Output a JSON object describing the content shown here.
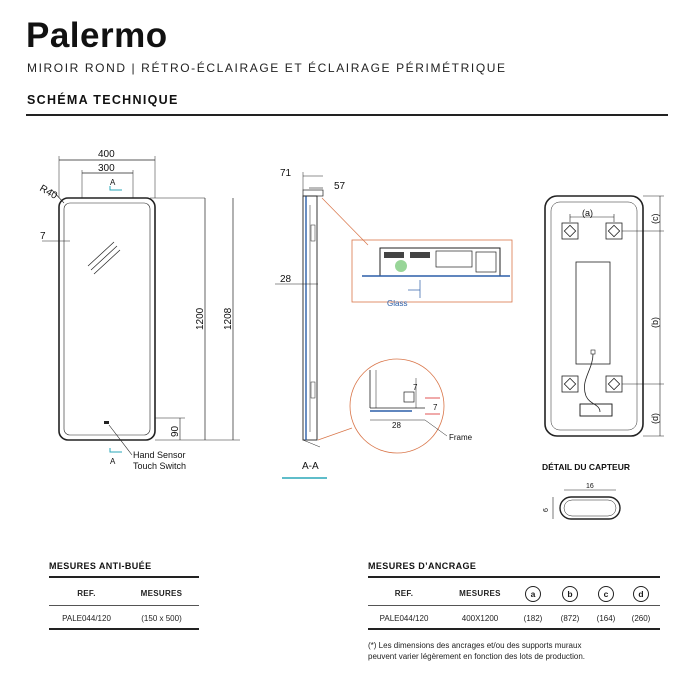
{
  "header": {
    "title": "Palermo",
    "subtitle": "MIROIR ROND | RÉTRO-ÉCLAIRAGE ET ÉCLAIRAGE PÉRIMÉTRIQUE",
    "section": "SCHÉMA TECHNIQUE"
  },
  "front_view": {
    "width_outer": "400",
    "width_inner": "300",
    "radius": "R40",
    "edge": "7",
    "height_inner": "1200",
    "height_outer": "1208",
    "bottom": "90",
    "section_marker": "A",
    "sensor_label_1": "Hand Sensor",
    "sensor_label_2": "Touch Switch"
  },
  "side_view": {
    "top_dim_1": "71",
    "top_dim_2": "57",
    "depth": "28",
    "section_name": "A-A",
    "detail_glass": "Glass",
    "detail_frame": "Frame",
    "detail_dim_7a": "7",
    "detail_dim_7b": "7",
    "detail_dim_28": "28"
  },
  "back_view": {
    "a": "(a)",
    "b": "(b)",
    "c": "(c)",
    "d": "(d)"
  },
  "sensor_detail": {
    "title": "DÉTAIL DU CAPTEUR",
    "width": "16",
    "height": "6"
  },
  "antifog": {
    "title": "MESURES ANTI-BUÉE",
    "headers": [
      "REF.",
      "MESURES"
    ],
    "row": [
      "PALE044/120",
      "(150 x 500)"
    ]
  },
  "anchor": {
    "title": "MESURES D’ANCRAGE",
    "headers": [
      "REF.",
      "MESURES",
      "a",
      "b",
      "c",
      "d"
    ],
    "row": [
      "PALE044/120",
      "400X1200",
      "(182)",
      "(872)",
      "(164)",
      "(260)"
    ],
    "note": "(*) Les dimensions des ancrages et/ou des supports muraux peuvent varier légèrement en fonction des lots de production."
  },
  "colors": {
    "accent": "#2aa7b8",
    "detail_line": "#d9764a",
    "glass": "#2b5ea8"
  }
}
